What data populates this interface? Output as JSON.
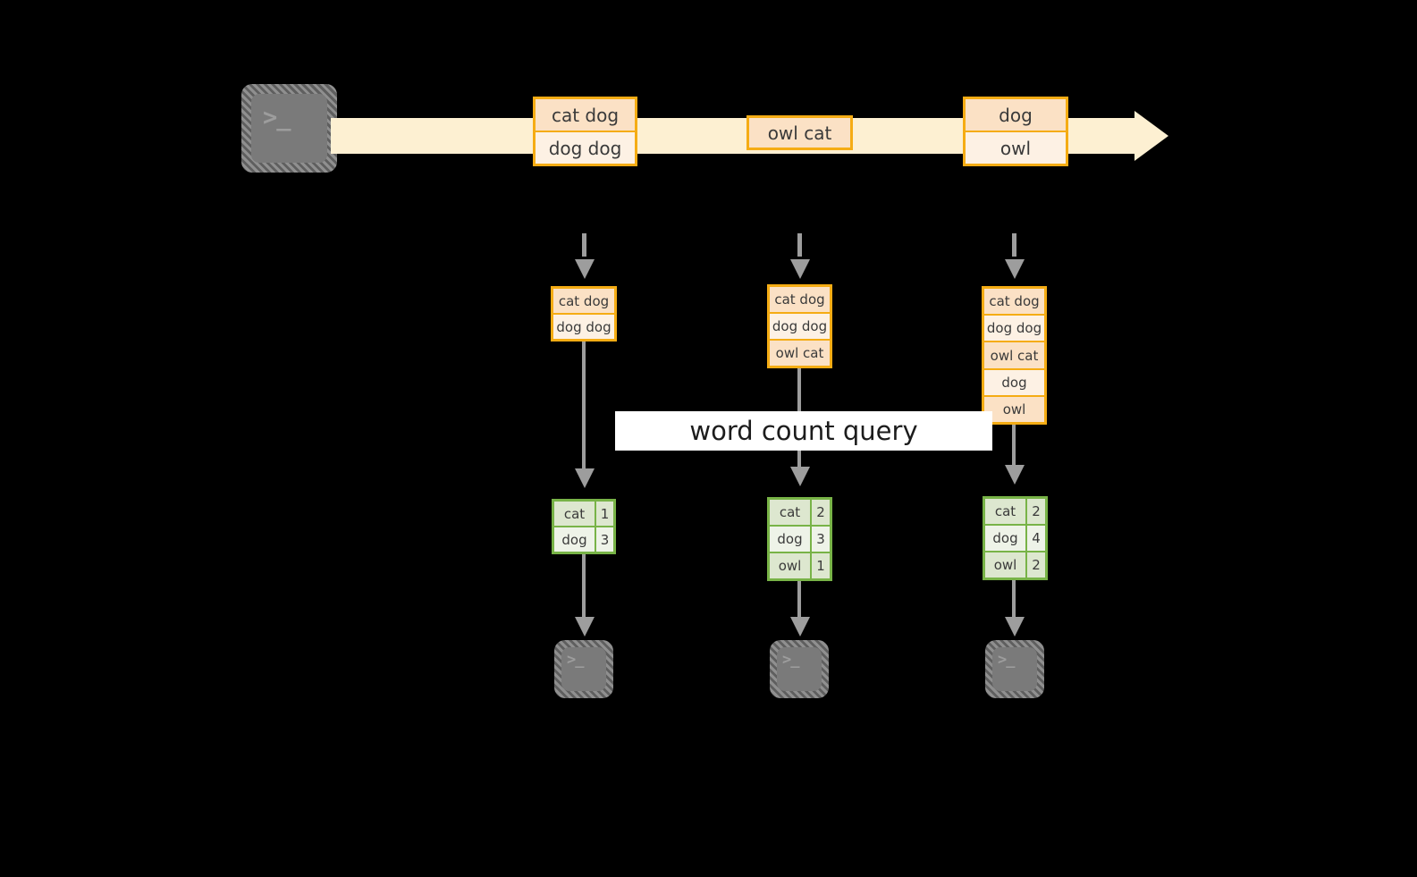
{
  "diagram": {
    "title": "word count query",
    "colors": {
      "stream_band": "#fdf0d2",
      "batch_border": "#f5ac14",
      "batch_fill_dark": "#fbe1c5",
      "batch_fill_light": "#fdf1e4",
      "result_border": "#78b347",
      "result_fill_dark": "#dde7cf",
      "result_fill_light": "#eef3e8",
      "connector": "#9d9d9d",
      "terminal": "#7a7a7a",
      "background": "#000000",
      "label_background": "#ffffff"
    }
  },
  "source": {
    "terminal_icon": "terminal-icon",
    "prompt_glyph": ">_"
  },
  "stream": {
    "batches": [
      {
        "lines": [
          "cat dog",
          "dog dog"
        ]
      },
      {
        "lines": [
          "owl cat"
        ]
      },
      {
        "lines": [
          "dog",
          "owl"
        ]
      }
    ]
  },
  "snapshots": [
    {
      "accumulated": [
        "cat dog",
        "dog dog"
      ],
      "results": {
        "rows": [
          {
            "word": "cat",
            "count": "1"
          },
          {
            "word": "dog",
            "count": "3"
          }
        ]
      },
      "sink_icon": "terminal-icon",
      "sink_glyph": ">_"
    },
    {
      "accumulated": [
        "cat dog",
        "dog dog",
        "owl cat"
      ],
      "results": {
        "rows": [
          {
            "word": "cat",
            "count": "2"
          },
          {
            "word": "dog",
            "count": "3"
          },
          {
            "word": "owl",
            "count": "1"
          }
        ]
      },
      "sink_icon": "terminal-icon",
      "sink_glyph": ">_"
    },
    {
      "accumulated": [
        "cat dog",
        "dog dog",
        "owl cat",
        "dog",
        "owl"
      ],
      "results": {
        "rows": [
          {
            "word": "cat",
            "count": "2"
          },
          {
            "word": "dog",
            "count": "4"
          },
          {
            "word": "owl",
            "count": "2"
          }
        ]
      },
      "sink_icon": "terminal-icon",
      "sink_glyph": ">_"
    }
  ]
}
